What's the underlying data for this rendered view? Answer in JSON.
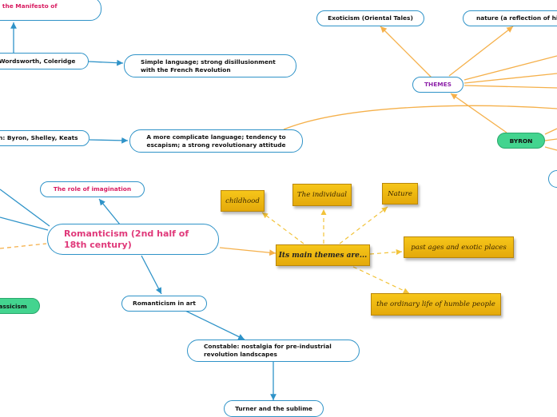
{
  "title": "Romanticism (2nd half of 18th century)",
  "colors": {
    "blue_line": "#2f93c8",
    "orange_line": "#f5b04a",
    "gold_line": "#f2c33a",
    "pink_text": "#e0397a",
    "green_fill": "#43d48f",
    "gold_fill": "#f2b81a"
  },
  "nodes": {
    "manifesto": "s: the Manifesto of",
    "wordsworth": ": Wordsworth, Coleridge",
    "simple_language": "Simple language; strong disillusionment with the French Revolution",
    "byron_shelley": "on: Byron, Shelley, Keats",
    "complicate_language": "A more complicate language; tendency to escapism; a strong revolutionary attitude",
    "role_imagination": "The role of imagination",
    "root": "Romanticism (2nd half of 18th century)",
    "classicism": "assicism",
    "in_art": "Romanticism in art",
    "constable": "Constable: nostalgia for pre-industrial revolution landscapes",
    "turner": "Turner and the sublime",
    "exoticism": "Exoticism (Oriental Tales)",
    "nature_reflection": "nature (a reflection of his",
    "themes": "THEMES",
    "byron": "BYRON"
  },
  "themes_cards": {
    "main": "Its main themes are...",
    "childhood": "childhood",
    "individual": "The individual",
    "nature": "Nature",
    "past_ages": "past ages and exotic places",
    "ordinary_life": "the ordinary life of humble people"
  }
}
